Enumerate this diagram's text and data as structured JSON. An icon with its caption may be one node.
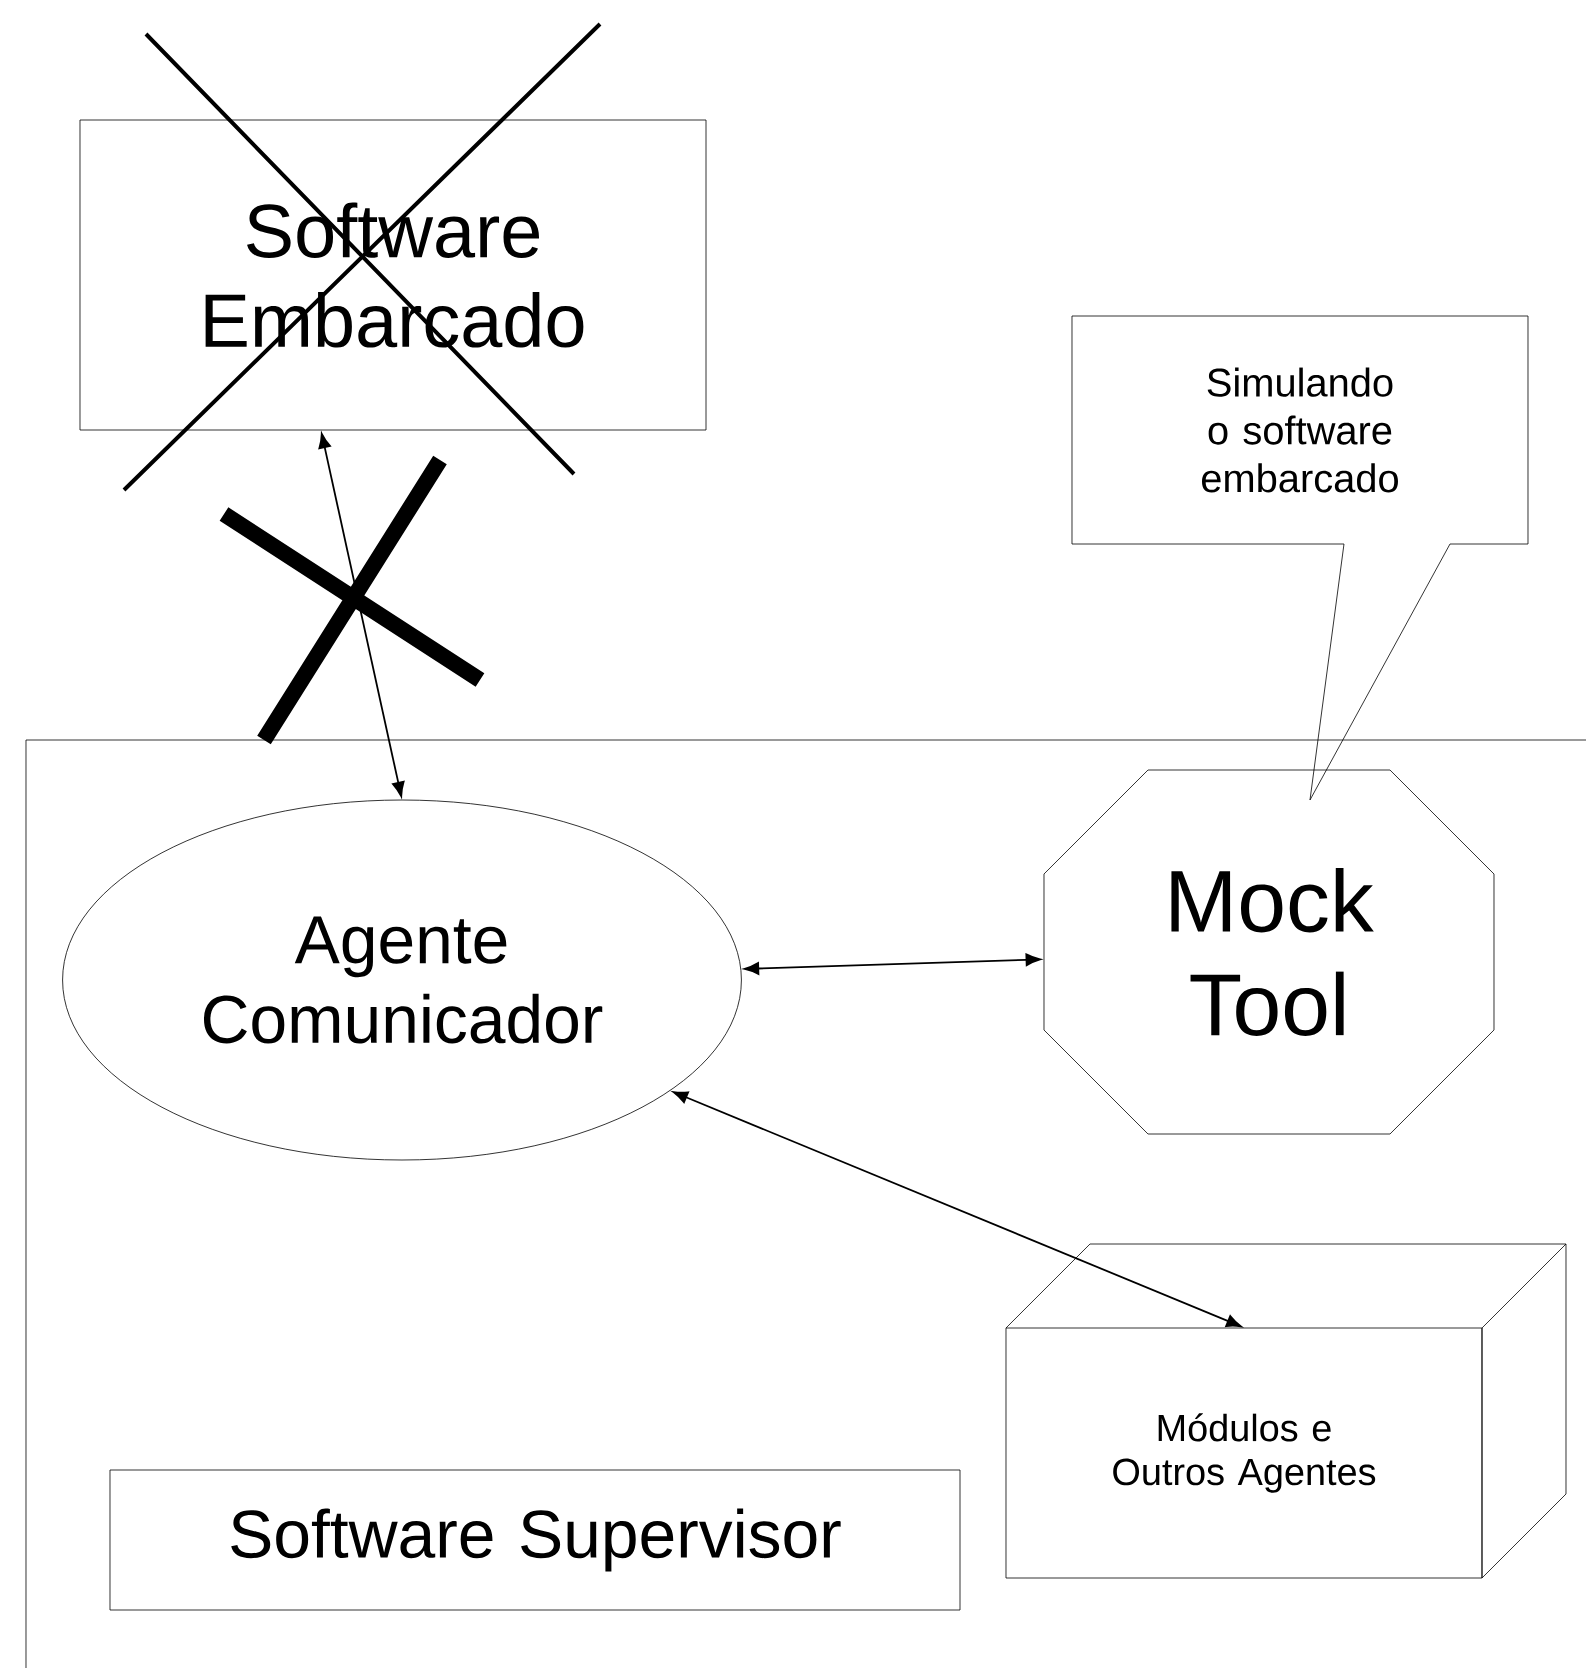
{
  "diagram": {
    "nodes": [
      {
        "text": [
          "Software Embarcado"
        ]
      },
      {
        "text": [
          "Simulando o software embarcado"
        ]
      },
      {
        "text": [],
        "shape": "box"
      },
      {
        "text": [
          "Agente Comunicador"
        ],
        "in": 2
      },
      {
        "text": [
          "Mock Tool"
        ],
        "in": 2
      },
      {
        "text": [
          "Módulos e Outros Agentes"
        ],
        "in": 2
      },
      {
        "text": [
          "Software Supervisor"
        ],
        "in": 2
      }
    ],
    "edges": [
      {
        "from": 0,
        "to": 3,
        "arrow": "both"
      },
      {
        "from": 3,
        "to": 4,
        "arrow": "both"
      },
      {
        "from": 3,
        "to": 5,
        "arrow": "both"
      }
    ]
  }
}
